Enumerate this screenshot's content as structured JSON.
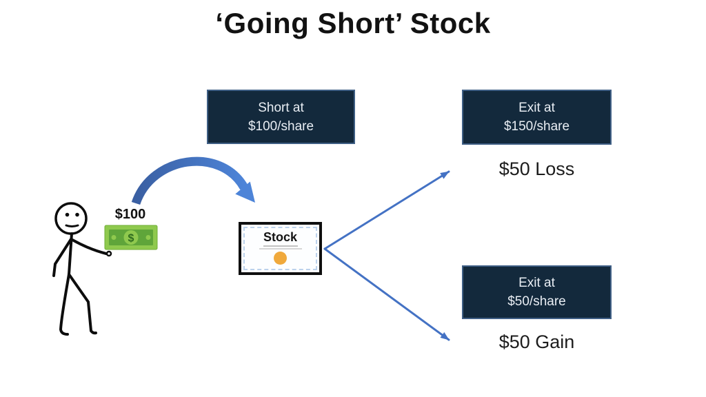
{
  "title": "‘Going Short’ Stock",
  "actor": {
    "money_label": "$100",
    "money_symbol": "$"
  },
  "certificate": {
    "label": "Stock"
  },
  "boxes": {
    "short": {
      "line1": "Short at",
      "line2": "$100/share"
    },
    "exit_high": {
      "line1": "Exit at",
      "line2": "$150/share"
    },
    "exit_low": {
      "line1": "Exit at",
      "line2": "$50/share"
    }
  },
  "outcomes": {
    "loss": "$50 Loss",
    "gain": "$50 Gain"
  },
  "colors": {
    "box_bg": "#13293c",
    "box_border": "#3f5f85",
    "box_text": "#e9eef4",
    "arrow_blue": "#4472c4",
    "curved_arrow_start": "#3a5fa2",
    "curved_arrow_end": "#4d84d8",
    "money_light_green": "#8fc94e",
    "money_dark_green": "#5fa53a",
    "money_edge_green": "#6fae36",
    "money_symbol_green": "#2e6b1e",
    "seal_orange": "#f0a93c",
    "certificate_trim": "#bcd2ec",
    "ink_black": "#0d0d0d"
  }
}
